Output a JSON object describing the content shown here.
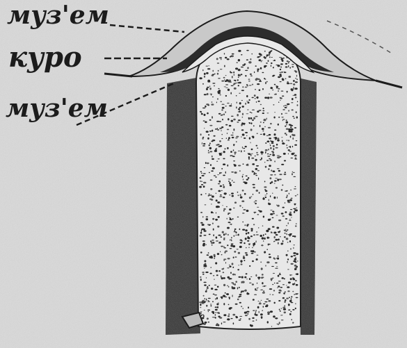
{
  "labels": {
    "top": "муз'ем",
    "middle": "куро",
    "bottom": "муз'ем"
  },
  "colors": {
    "paper": "#d9d9d9",
    "ink": "#1c1c1c",
    "fill_light": "#e6e6e6",
    "soil_dark": "#3a3a3a",
    "layer_dark": "#2a2a2a"
  }
}
